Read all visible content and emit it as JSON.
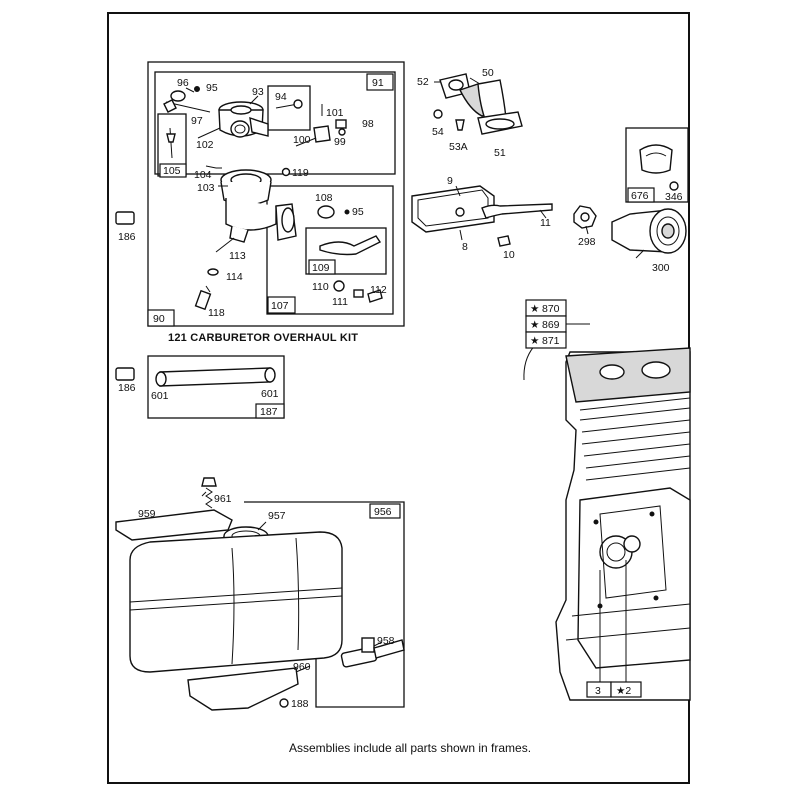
{
  "diagram": {
    "kit_title": "121 CARBURETOR OVERHAUL KIT",
    "caption": "Assemblies include all parts shown in frames.",
    "frame_labels": {
      "f91": "91",
      "f94": "94",
      "f105": "105",
      "f107": "107",
      "f109": "109",
      "f90": "90",
      "f187": "187",
      "f956": "956",
      "f676": "676"
    },
    "part_labels": {
      "p96": "96",
      "p95a": "95",
      "p93": "93",
      "p97": "97",
      "p102": "102",
      "p101": "101",
      "p98": "98",
      "p100": "100",
      "p99": "99",
      "p104": "104",
      "p119": "119",
      "p103": "103",
      "p108": "108",
      "p95b": "95",
      "p113": "113",
      "p114": "114",
      "p118": "118",
      "p110": "110",
      "p111": "111",
      "p112": "112",
      "p52": "52",
      "p50": "50",
      "p54": "54",
      "p53a": "53A",
      "p51": "51",
      "p9": "9",
      "p11": "11",
      "p8": "8",
      "p10": "10",
      "p298": "298",
      "p300": "300",
      "p346": "346",
      "p186a": "186",
      "p186b": "186",
      "p601a": "601",
      "p601b": "601",
      "p961": "961",
      "p959": "959",
      "p957": "957",
      "p958": "958",
      "p960": "960",
      "p188": "188",
      "p3": "3",
      "p2": "★2"
    },
    "kit_refs": [
      {
        "star": "★",
        "num": "870"
      },
      {
        "star": "★",
        "num": "869"
      },
      {
        "star": "★",
        "num": "871"
      }
    ]
  }
}
